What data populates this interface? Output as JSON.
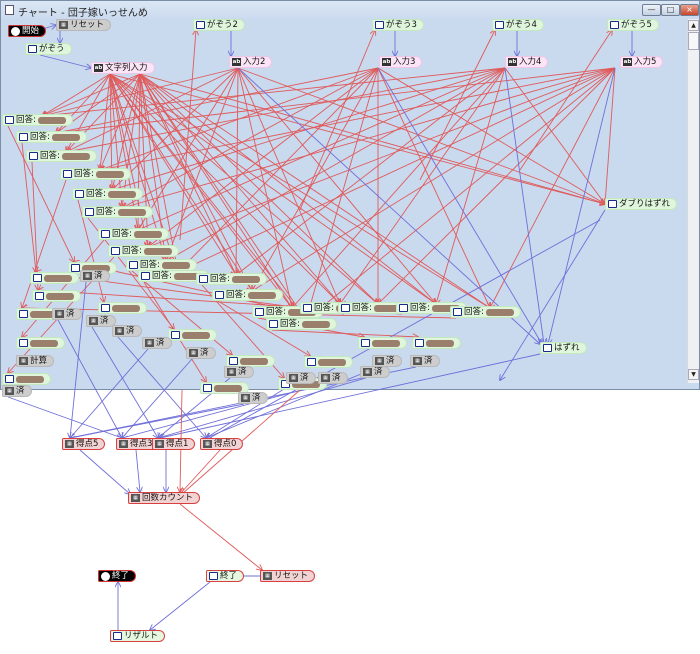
{
  "window": {
    "title": "チャート - 団子嫁いっせんめ",
    "minimize_label": "—",
    "maximize_label": "□",
    "close_label": "×",
    "scroll_up": "▲",
    "scroll_down": "▼"
  },
  "colors": {
    "red_edge": "#e05a5a",
    "blue_edge": "#6f6fd8",
    "node_green": "#dff5dc",
    "node_pink": "#fbe4f6",
    "node_gray": "#cdcdcd",
    "node_red_border": "#d84040"
  },
  "nodes": {
    "start": {
      "label": "開始",
      "icon": "play-icon"
    },
    "reset_top": {
      "label": "リセット",
      "icon": "calc-icon"
    },
    "image1": {
      "label": "がぞう",
      "icon": "book-icon"
    },
    "text_input": {
      "label": "文字列入力",
      "icon": "text-input-icon"
    },
    "image2": {
      "label": "がぞう2",
      "icon": "book-icon"
    },
    "input2": {
      "label": "入力2",
      "icon": "text-input-icon"
    },
    "image3": {
      "label": "がぞう3",
      "icon": "book-icon"
    },
    "input3": {
      "label": "入力3",
      "icon": "text-input-icon"
    },
    "image4": {
      "label": "がぞう4",
      "icon": "book-icon"
    },
    "input4": {
      "label": "入力4",
      "icon": "text-input-icon"
    },
    "image5": {
      "label": "がぞう5",
      "icon": "book-icon"
    },
    "input5": {
      "label": "入力5",
      "icon": "text-input-icon"
    },
    "answer_prefix": "回答:",
    "done_label": "済",
    "calc_label": "計算",
    "dup_miss": {
      "label": "ダブりはずれ",
      "icon": "book-icon"
    },
    "miss": {
      "label": "はずれ",
      "icon": "book-icon"
    },
    "score5": {
      "label": "得点5",
      "icon": "calc-icon"
    },
    "score3": {
      "label": "得点3",
      "icon": "calc-icon"
    },
    "score1": {
      "label": "得点1",
      "icon": "calc-icon"
    },
    "score0": {
      "label": "得点0",
      "icon": "calc-icon"
    },
    "count": {
      "label": "回数カウント",
      "icon": "calc-icon"
    },
    "end_black": {
      "label": "終了",
      "icon": "stop-icon"
    },
    "end_book": {
      "label": "終了",
      "icon": "book-icon"
    },
    "reset_bottom": {
      "label": "リセット",
      "icon": "calc-icon"
    },
    "result": {
      "label": "リザルト",
      "icon": "book-icon"
    }
  }
}
